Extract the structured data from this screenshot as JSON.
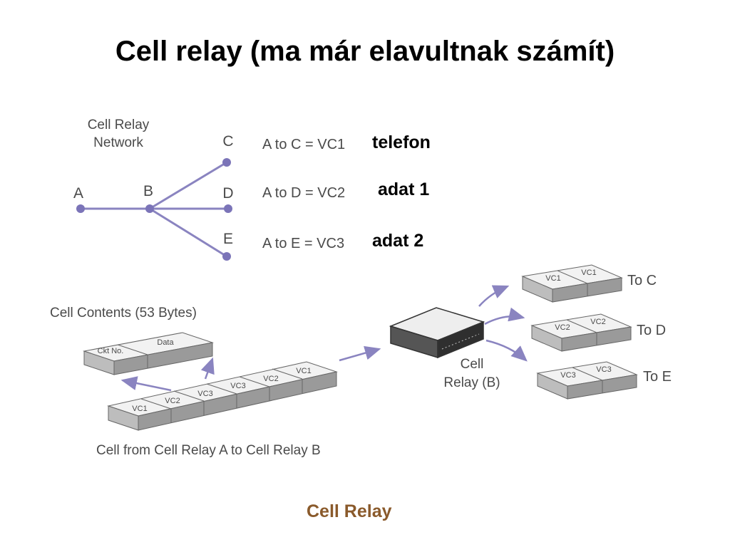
{
  "title": "Cell relay (ma már elavultnak számít)",
  "annotations": [
    "telefon",
    "adat 1",
    "adat 2"
  ],
  "network": {
    "title_lines": [
      "Cell Relay",
      "Network"
    ],
    "nodes": [
      "A",
      "B",
      "C",
      "D",
      "E"
    ],
    "vc_map": [
      "A to C = VC1",
      "A to D = VC2",
      "A to E = VC3"
    ]
  },
  "cell_contents": {
    "label": "Cell Contents (53 Bytes)",
    "fields": [
      "Ckt No.",
      "Data"
    ]
  },
  "cell_stream": {
    "cells": [
      "VC1",
      "VC2",
      "VC3",
      "VC3",
      "VC2",
      "VC1"
    ],
    "label": "Cell from Cell Relay A to Cell Relay B"
  },
  "relay_device": {
    "label_lines": [
      "Cell",
      "Relay (B)"
    ]
  },
  "outputs": [
    {
      "cells": [
        "VC1",
        "VC1"
      ],
      "label": "To C"
    },
    {
      "cells": [
        "VC2",
        "VC2"
      ],
      "label": "To D"
    },
    {
      "cells": [
        "VC3",
        "VC3"
      ],
      "label": "To E"
    }
  ],
  "caption": "Cell Relay",
  "colors": {
    "line": "#8a84c0",
    "node": "#7b74b8",
    "box_top": "#f2f2f2",
    "box_side": "#9a9a9a",
    "caption": "#8a5a2b"
  }
}
